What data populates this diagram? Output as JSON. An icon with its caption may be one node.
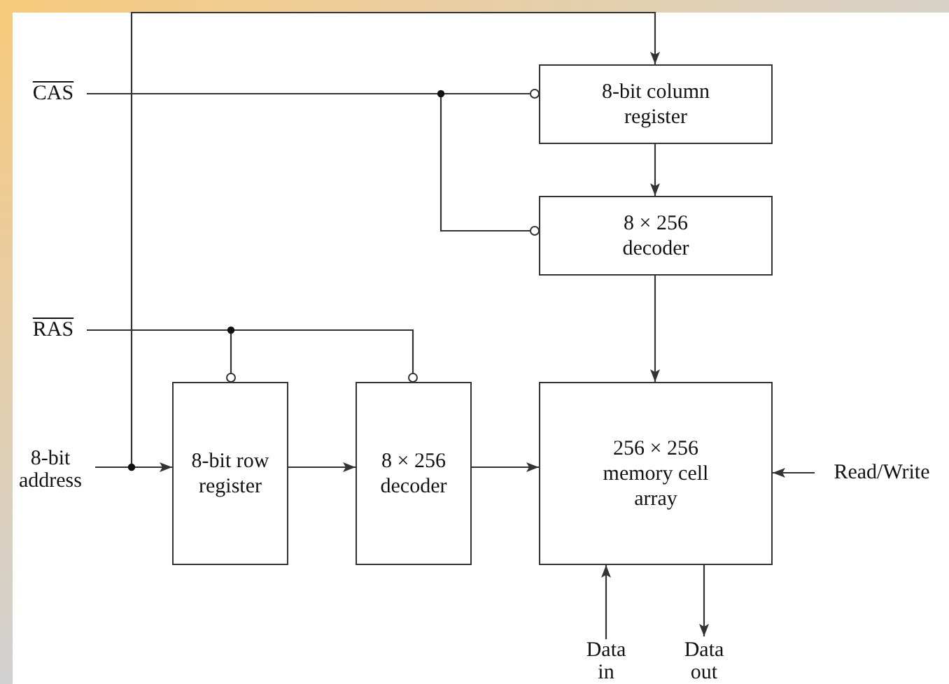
{
  "diagram": {
    "nodes": [
      {
        "text": [
          "CAS"
        ]
      },
      {
        "text": [
          "RAS"
        ]
      },
      {
        "text": [
          "8-bit address"
        ]
      },
      {
        "text": [
          "8-bit row register"
        ]
      },
      {
        "text": [
          "8 × 256 decoder"
        ]
      },
      {
        "text": [
          "8-bit column register"
        ]
      },
      {
        "text": [
          "8 × 256 decoder"
        ]
      },
      {
        "text": [
          "256 × 256 memory cell array"
        ]
      },
      {
        "text": [
          "Read/Write"
        ]
      },
      {
        "text": [
          "Data in"
        ]
      },
      {
        "text": [
          "Data out"
        ]
      }
    ],
    "edges": [
      {
        "from": 0,
        "to": 5,
        "arrow": "other"
      },
      {
        "from": 0,
        "to": 6,
        "arrow": "other"
      },
      {
        "from": 1,
        "to": 3,
        "arrow": "other"
      },
      {
        "from": 1,
        "to": 4,
        "arrow": "other"
      },
      {
        "from": 2,
        "to": 3,
        "arrow": "to"
      },
      {
        "from": 2,
        "to": 5,
        "arrow": "to"
      },
      {
        "from": 3,
        "to": 4,
        "arrow": "to"
      },
      {
        "from": 4,
        "to": 7,
        "arrow": "to"
      },
      {
        "from": 5,
        "to": 6,
        "arrow": "to"
      },
      {
        "from": 6,
        "to": 7,
        "arrow": "to"
      },
      {
        "from": 8,
        "to": 7,
        "arrow": "to"
      },
      {
        "from": 9,
        "to": 7,
        "arrow": "to"
      },
      {
        "from": 7,
        "to": 10,
        "arrow": "to"
      }
    ]
  }
}
